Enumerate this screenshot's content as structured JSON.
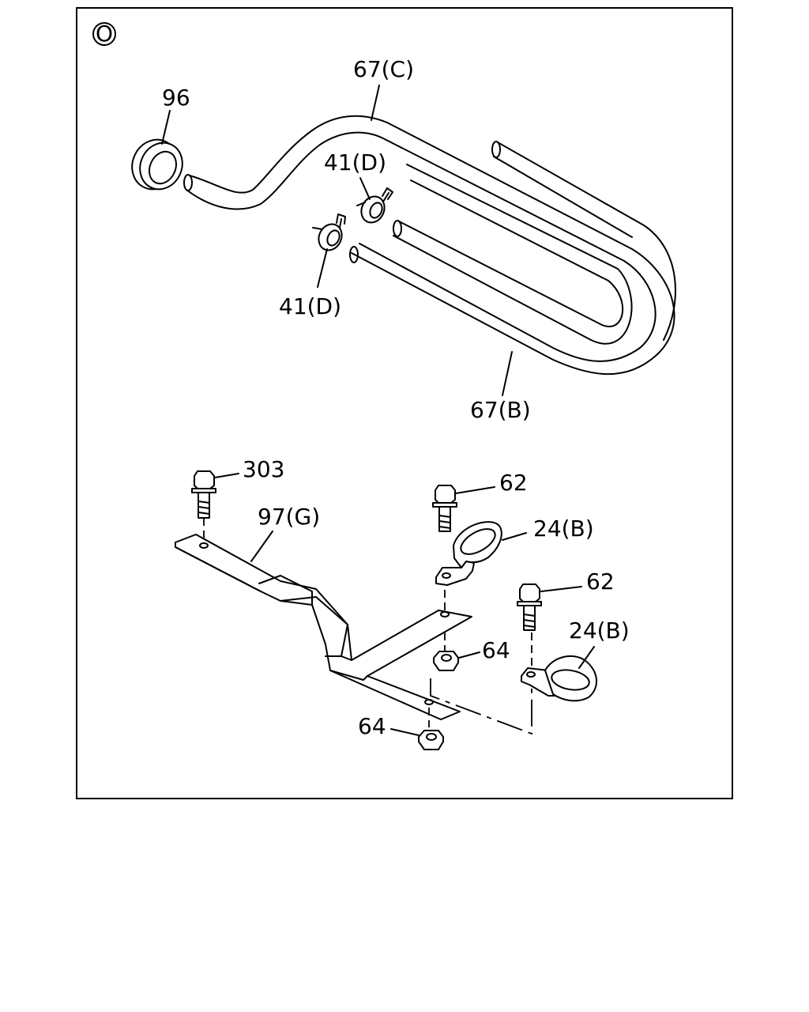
{
  "view_marker": "O",
  "labels": {
    "hose_c": "67(C)",
    "grommet": "96",
    "clamp_upper": "41(D)",
    "clamp_lower": "41(D)",
    "hose_b": "67(B)",
    "bolt_303": "303",
    "bracket": "97(G)",
    "bolt_62_upper": "62",
    "clip_upper": "24(B)",
    "bolt_62_lower": "62",
    "clip_lower": "24(B)",
    "nut_64_upper": "64",
    "nut_64_lower": "64"
  }
}
